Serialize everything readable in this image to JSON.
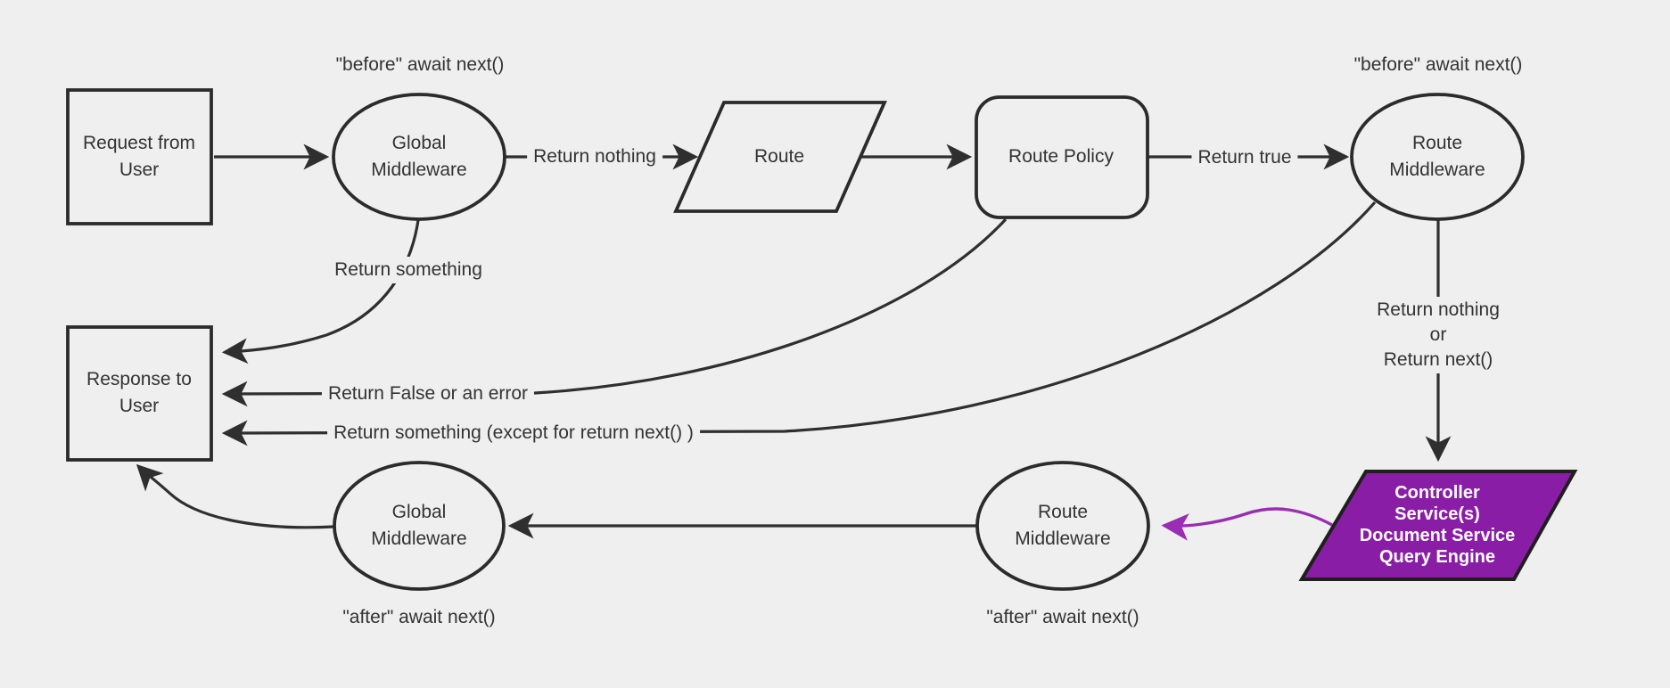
{
  "diagram_type": "flowchart",
  "colors": {
    "background": "#efefef",
    "node_fill": "#efefef",
    "node_border": "#2b2b2b",
    "edge": "#2f2f2f",
    "label_text": "#333333",
    "controller_fill": "#8a1da6",
    "controller_border": "#1f1f1f",
    "controller_text": "#ffffff",
    "purple_edge": "#9a2db3"
  },
  "nodes": {
    "request": {
      "lines": [
        "Request from",
        "User"
      ]
    },
    "global_middleware_top": {
      "lines": [
        "Global",
        "Middleware"
      ]
    },
    "route": {
      "lines": [
        "Route"
      ]
    },
    "route_policy": {
      "lines": [
        "Route Policy"
      ]
    },
    "route_middleware_top": {
      "lines": [
        "Route",
        "Middleware"
      ]
    },
    "response": {
      "lines": [
        "Response to",
        "User"
      ]
    },
    "route_middleware_bottom": {
      "lines": [
        "Route",
        "Middleware"
      ]
    },
    "global_middleware_bottom": {
      "lines": [
        "Global",
        "Middleware"
      ]
    },
    "controller": {
      "lines": [
        "Controller",
        "Service(s)",
        "Document Service",
        "Query Engine"
      ]
    }
  },
  "edge_labels": {
    "before_global": "\"before\" await next()",
    "before_route_mw": "\"before\" await next()",
    "return_nothing": "Return nothing",
    "return_true": "Return true",
    "return_something": "Return something",
    "return_false_or_error": "Return False or an error",
    "return_something_except": "Return something (except for return next() )",
    "return_nothing_or": {
      "lines": [
        "Return nothing",
        "or",
        "Return next()"
      ]
    },
    "after_global": "\"after\" await next()",
    "after_route_mw": "\"after\" await next()"
  }
}
